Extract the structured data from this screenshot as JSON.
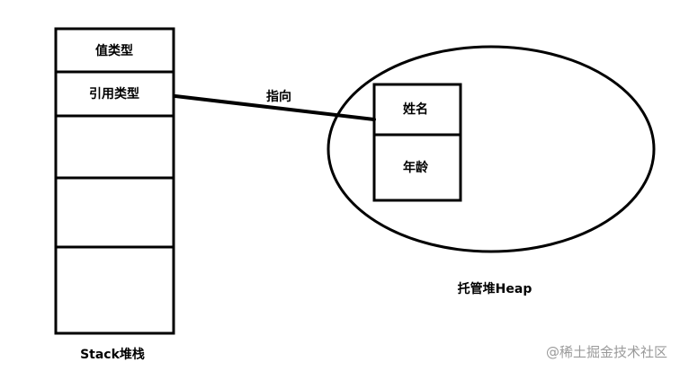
{
  "stack": {
    "caption": "Stack堆栈",
    "cells": [
      "值类型",
      "引用类型",
      "",
      "",
      ""
    ]
  },
  "heap": {
    "caption": "托管堆Heap",
    "object_fields": [
      "姓名",
      "年龄"
    ]
  },
  "pointer": {
    "label": "指向"
  },
  "watermark": "@稀土掘金技术社区",
  "colors": {
    "stroke": "#000000",
    "background": "#ffffff",
    "watermark": "#9a9a9a"
  }
}
